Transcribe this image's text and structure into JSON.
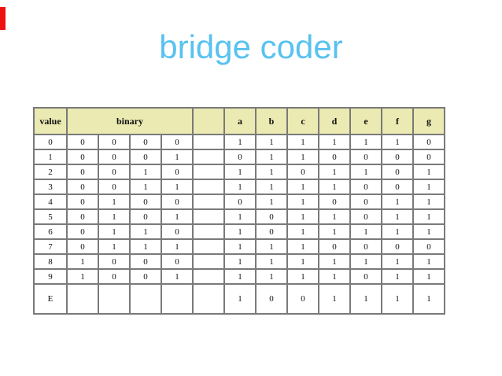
{
  "slide": {
    "title": "bridge coder"
  },
  "colors": {
    "title-color": "#58c2f0",
    "header-bg": "#eaeab2",
    "border-color": "#7a7a7a",
    "accent-red": "#ee1111"
  },
  "table": {
    "header": {
      "value_label": "value",
      "binary_label": "binary",
      "spacer_label": "",
      "segments": [
        "a",
        "b",
        "c",
        "d",
        "e",
        "f",
        "g"
      ]
    },
    "rows": [
      {
        "value": "0",
        "binary": [
          "0",
          "0",
          "0",
          "0"
        ],
        "spacer": "",
        "segments": [
          "1",
          "1",
          "1",
          "1",
          "1",
          "1",
          "0"
        ]
      },
      {
        "value": "1",
        "binary": [
          "0",
          "0",
          "0",
          "1"
        ],
        "spacer": "",
        "segments": [
          "0",
          "1",
          "1",
          "0",
          "0",
          "0",
          "0"
        ]
      },
      {
        "value": "2",
        "binary": [
          "0",
          "0",
          "1",
          "0"
        ],
        "spacer": "",
        "segments": [
          "1",
          "1",
          "0",
          "1",
          "1",
          "0",
          "1"
        ]
      },
      {
        "value": "3",
        "binary": [
          "0",
          "0",
          "1",
          "1"
        ],
        "spacer": "",
        "segments": [
          "1",
          "1",
          "1",
          "1",
          "0",
          "0",
          "1"
        ]
      },
      {
        "value": "4",
        "binary": [
          "0",
          "1",
          "0",
          "0"
        ],
        "spacer": "",
        "segments": [
          "0",
          "1",
          "1",
          "0",
          "0",
          "1",
          "1"
        ]
      },
      {
        "value": "5",
        "binary": [
          "0",
          "1",
          "0",
          "1"
        ],
        "spacer": "",
        "segments": [
          "1",
          "0",
          "1",
          "1",
          "0",
          "1",
          "1"
        ]
      },
      {
        "value": "6",
        "binary": [
          "0",
          "1",
          "1",
          "0"
        ],
        "spacer": "",
        "segments": [
          "1",
          "0",
          "1",
          "1",
          "1",
          "1",
          "1"
        ]
      },
      {
        "value": "7",
        "binary": [
          "0",
          "1",
          "1",
          "1"
        ],
        "spacer": "",
        "segments": [
          "1",
          "1",
          "1",
          "0",
          "0",
          "0",
          "0"
        ]
      },
      {
        "value": "8",
        "binary": [
          "1",
          "0",
          "0",
          "0"
        ],
        "spacer": "",
        "segments": [
          "1",
          "1",
          "1",
          "1",
          "1",
          "1",
          "1"
        ]
      },
      {
        "value": "9",
        "binary": [
          "1",
          "0",
          "0",
          "1"
        ],
        "spacer": "",
        "segments": [
          "1",
          "1",
          "1",
          "1",
          "0",
          "1",
          "1"
        ]
      },
      {
        "value": "E",
        "binary": [
          "",
          "",
          "",
          ""
        ],
        "spacer": "",
        "segments": [
          "1",
          "0",
          "0",
          "1",
          "1",
          "1",
          "1"
        ]
      }
    ]
  }
}
